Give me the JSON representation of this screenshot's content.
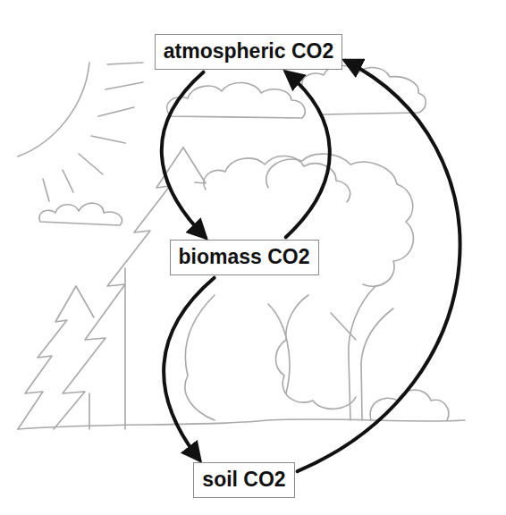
{
  "diagram": {
    "nodes": [
      {
        "text": [
          "atmospheric CO2"
        ]
      },
      {
        "text": [
          "biomass CO2"
        ]
      },
      {
        "text": [
          "soil CO2"
        ]
      }
    ],
    "edges": [
      {
        "from": 0,
        "to": 1,
        "arrow": "to"
      },
      {
        "from": 1,
        "to": 0,
        "arrow": "to"
      },
      {
        "from": 1,
        "to": 2,
        "arrow": "to"
      },
      {
        "from": 2,
        "to": 0,
        "arrow": "to"
      }
    ]
  }
}
